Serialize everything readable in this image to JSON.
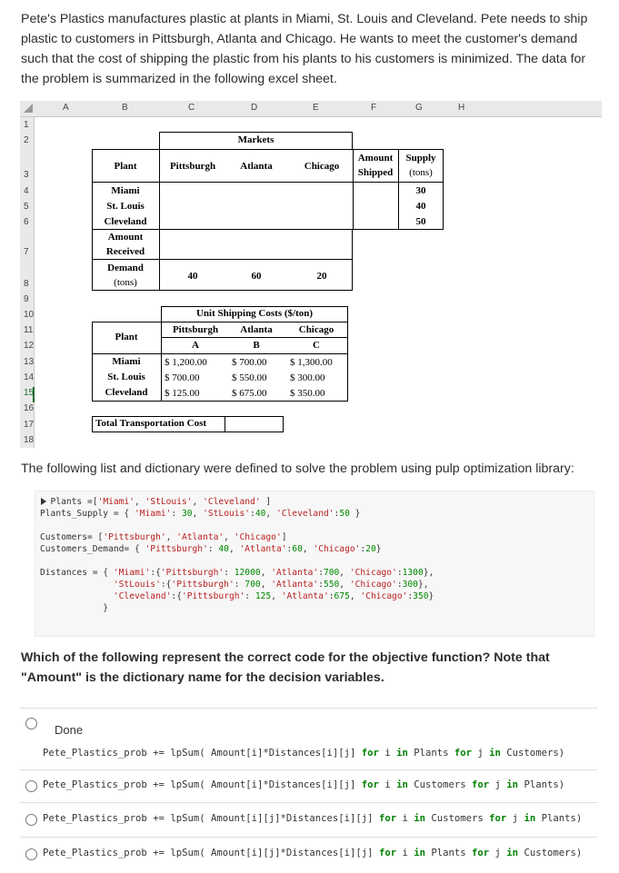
{
  "intro_text": "Pete's Plastics manufactures plastic at plants in Miami, St. Louis and Cleveland. Pete needs to ship plastic to customers in Pittsburgh, Atlanta and Chicago. He wants to meet the customer's demand such that the cost of shipping the plastic from his plants to his customers is minimized. The data for the problem is summarized in the following excel sheet.",
  "sheet": {
    "columns": [
      "A",
      "B",
      "C",
      "D",
      "E",
      "F",
      "G",
      "H"
    ],
    "rows": [
      "1",
      "2",
      "3",
      "4",
      "5",
      "6",
      "7",
      "8",
      "9",
      "10",
      "11",
      "12",
      "13",
      "14",
      "15",
      "16",
      "17",
      "18"
    ],
    "markets": "Markets",
    "plant": "Plant",
    "pittsburgh": "Pittsburgh",
    "atlanta": "Atlanta",
    "chicago": "Chicago",
    "amount_shipped_1": "Amount",
    "amount_shipped_2": "Shipped",
    "supply_1": "Supply",
    "supply_2": "(tons)",
    "plants": [
      "Miami",
      "St. Louis",
      "Cleveland"
    ],
    "supply_values": [
      "30",
      "40",
      "50"
    ],
    "amount_received_1": "Amount",
    "amount_received_2": "Received",
    "demand_1": "Demand",
    "demand_2": "(tons)",
    "demand_values": [
      "40",
      "60",
      "20"
    ],
    "unit_costs_title": "Unit Shipping Costs ($/ton)",
    "plant2": "Plant",
    "letters": [
      "A",
      "B",
      "C"
    ],
    "costs": [
      [
        "$  1,200.00",
        "$  700.00",
        "$  1,300.00"
      ],
      [
        "$      700.00",
        "$  550.00",
        "$      300.00"
      ],
      [
        "$      125.00",
        "$  675.00",
        "$      350.00"
      ]
    ],
    "total_cost": "Total Transportation Cost"
  },
  "list_intro": "The following list and dictionary were defined to solve the problem using pulp optimization library:",
  "question": "Which of the following represent the correct code for the objective function? Note that \"Amount\" is the dictionary name for the decision variables.",
  "done_label": "Done",
  "answers": [
    "Pete_Plastics_prob += lpSum( Amount[i]*Distances[i][j] for i in Plants for j in Customers)",
    "Pete_Plastics_prob += lpSum( Amount[i]*Distances[i][j] for i in Customers for j in Plants)",
    "Pete_Plastics_prob += lpSum( Amount[i][j]*Distances[i][j] for i in Customers for j in Plants)",
    "Pete_Plastics_prob += lpSum( Amount[i][j]*Distances[i][j] for i in Plants for j in Customers)"
  ]
}
